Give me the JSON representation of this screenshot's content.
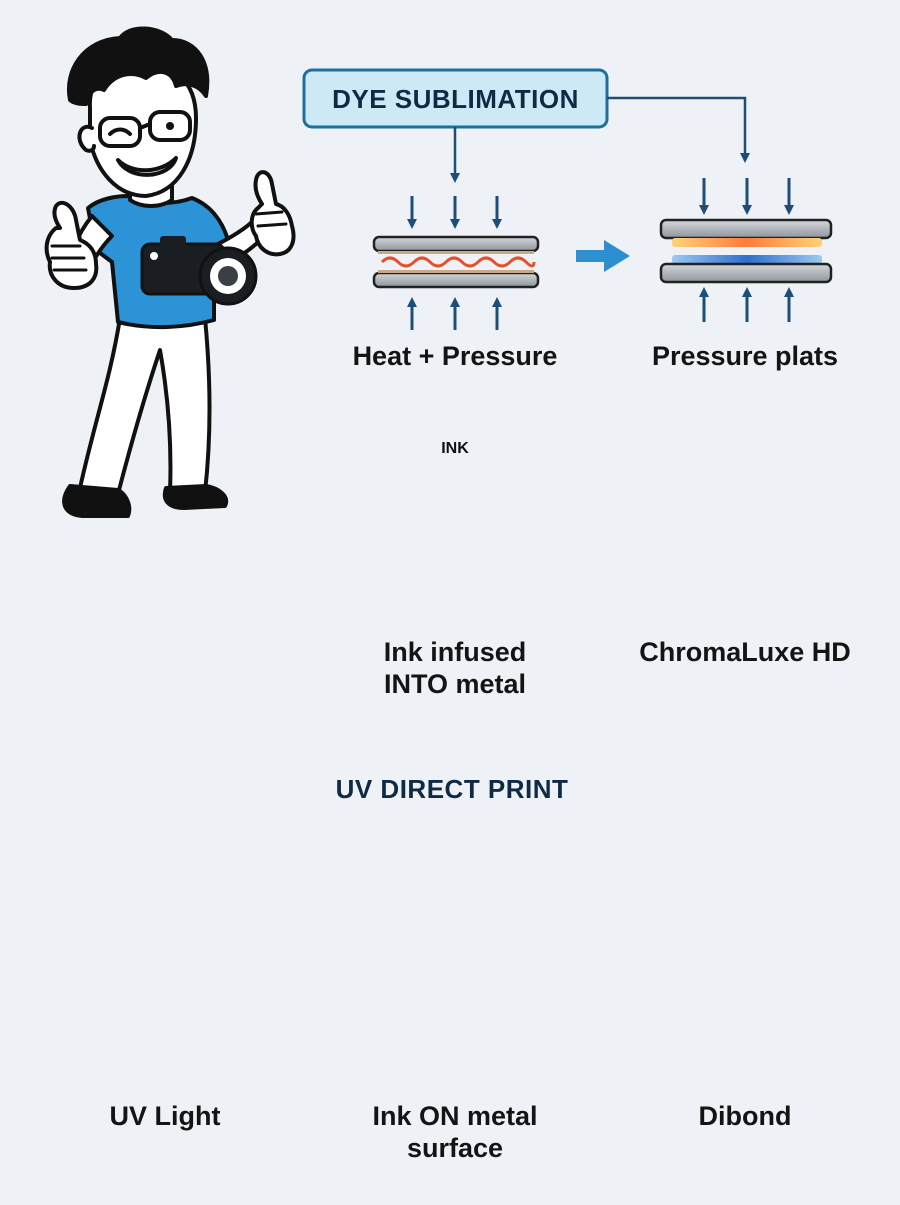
{
  "sections": {
    "dye": {
      "title": "DYE SUBLIMATION",
      "heat_label": "Heat + Pressure",
      "plates_label": "Pressure plats",
      "nozzle_label": "INK",
      "infuse_label_line1": "Ink infused",
      "infuse_label_line2": "INTO metal",
      "result_label": "ChromaLuxe HD"
    },
    "uv": {
      "title": "UV DIRECT PRINT",
      "light_label": "UV Light",
      "surface_label_line1": "Ink ON metal",
      "surface_label_line2": "surface",
      "result_label": "Dibond"
    }
  },
  "colors": {
    "box_fill": "#cde9f6",
    "box_fill_uv": "#3ea9dc",
    "box_stroke": "#1d6f9c",
    "arrow_dark": "#1d4e78",
    "arrow_blue": "#2b8fd0",
    "shirt": "#2b93d6",
    "uv_purple": "#9b3fe0",
    "ink_dot": "#2a3fa8"
  },
  "icons": [
    "photographer-mascot",
    "camera-icon",
    "heat-press-icon",
    "pressure-plates-icon",
    "ink-nozzle-icon",
    "metal-panel-icon",
    "uv-lamp-icon",
    "magnified-surface-icon"
  ]
}
